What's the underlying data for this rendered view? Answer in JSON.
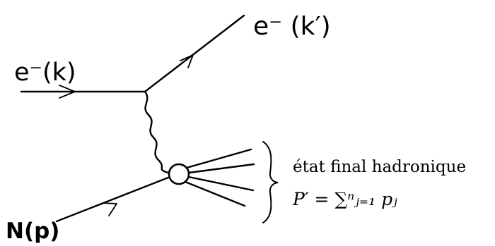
{
  "incoming_electron_label": "e⁻(k)",
  "outgoing_electron_label": "e⁻ (k′)",
  "nucleon_label": "N(p)",
  "final_state_text": "état final hadronique",
  "momentum_relation": "P′ = ∑ⁿⱼ₌₁ pⱼ"
}
